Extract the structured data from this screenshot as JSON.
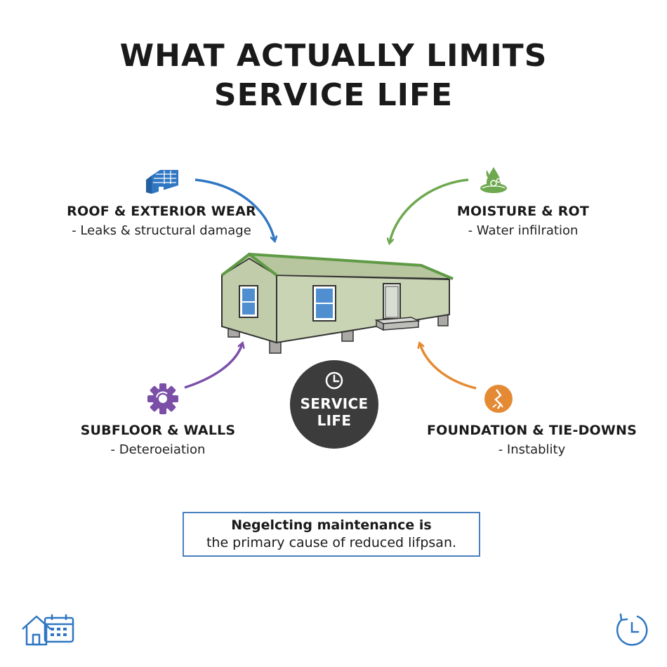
{
  "title": {
    "line1": "WHAT ACTUALLY LIMITS",
    "line2": "SERVICE LIFE"
  },
  "factors": [
    {
      "head": "ROOF & EXTERIOR WEAR",
      "sub": "- Leaks & structural damage",
      "color": "#2f77c2",
      "icon": "roof-panel-icon"
    },
    {
      "head": "MOISTURE & ROT",
      "sub": "- Water infilration",
      "color": "#6ea84f",
      "icon": "water-splash-icon"
    },
    {
      "head": "SUBFLOOR & WALLS",
      "sub": "- Deteroeiation",
      "color": "#7b4fa8",
      "icon": "gear-icon"
    },
    {
      "head": "FOUNDATION & TIE-DOWNS",
      "sub": "- Instablity",
      "color": "#e58a34",
      "icon": "cracked-foundation-icon"
    }
  ],
  "center": {
    "label_line1": "SERVICE",
    "label_line2": "LIFE",
    "icon": "clock-icon"
  },
  "note": {
    "line1": "Negelcting maintenance is",
    "line2": "the primary cause of reduced lifpsan."
  },
  "corner_icons": {
    "bottom_left": "house-calendar-icon",
    "bottom_right": "clock-refresh-icon"
  }
}
